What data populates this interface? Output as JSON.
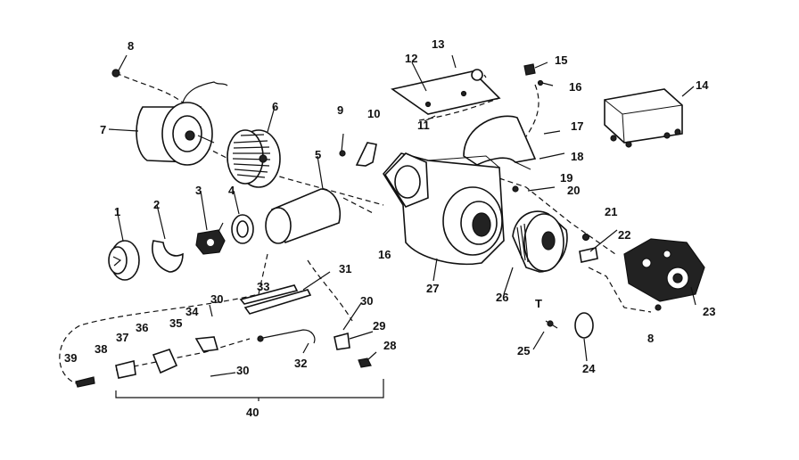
{
  "diagram": {
    "labels": [
      "1",
      "2",
      "3",
      "4",
      "5",
      "6",
      "7",
      "8",
      "9",
      "10",
      "11",
      "12",
      "13",
      "14",
      "15",
      "16",
      "16",
      "17",
      "18",
      "19",
      "20",
      "21",
      "22",
      "23",
      "8",
      "24",
      "25",
      "26",
      "27",
      "28",
      "29",
      "30",
      "30",
      "30",
      "31",
      "32",
      "33",
      "34",
      "35",
      "36",
      "37",
      "38",
      "39",
      "40",
      "T"
    ]
  }
}
